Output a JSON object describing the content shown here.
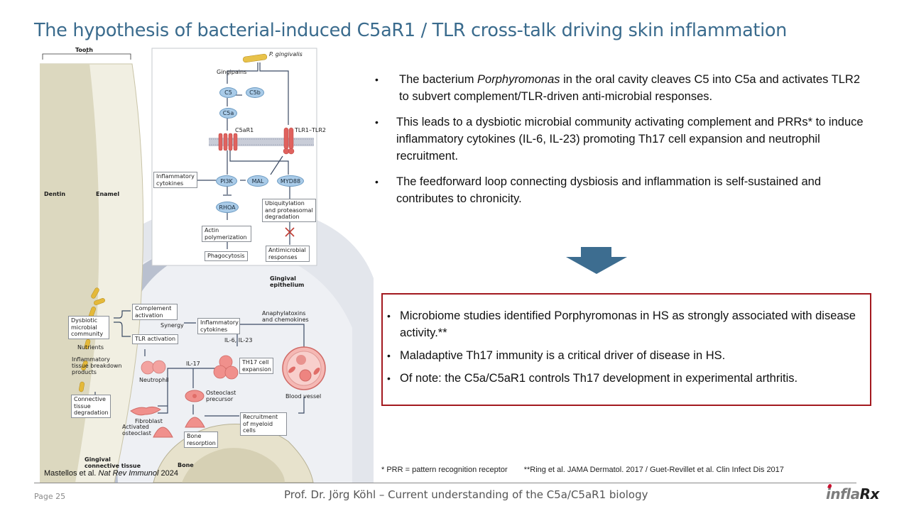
{
  "slide": {
    "title": "The hypothesis of bacterial-induced C5aR1 / TLR cross-talk driving skin inflammation",
    "page": "Page 25",
    "footer": "Prof. Dr. Jörg Köhl – Current understanding of the C5a/C5aR1 biology",
    "logo": {
      "light": "infla",
      "dark": "Rx"
    },
    "accent_color": "#3a6b8d",
    "box_color": "#a3191f"
  },
  "bullets": [
    {
      "pre": "The bacterium ",
      "italic": "Porphyromonas",
      "post": " in the oral cavity cleaves C5 into C5a and activates TLR2 to subvert complement/TLR-driven  anti-microbial responses."
    },
    {
      "text": "This leads to a dysbiotic microbial community activating complement and PRRs* to induce inflammatory cytokines (IL-6, IL-23)  promoting Th17 cell expansion and neutrophil recruitment."
    },
    {
      "text": "The feedforward  loop connecting dysbiosis and inflammation is self-sustained and contributes to chronicity."
    }
  ],
  "conclusion_box": [
    "Microbiome studies identified Porphyromonas in HS as strongly associated with disease activity.**",
    "Maladaptive Th17 immunity is a critical driver of disease in HS.",
    "Of note: the C5a/C5aR1 controls Th17 development in experimental arthritis."
  ],
  "footnotes": {
    "prr": "* PRR = pattern recognition receptor",
    "refs": "**Ring et al. JAMA Dermatol. 2017 / Guet-Revillet  et al. Clin Infect Dis 2017"
  },
  "citation": {
    "authors": "Mastellos et al. ",
    "journal": "Nat Rev Immunol",
    "year": " 2024"
  },
  "figure": {
    "tooth": "Tooth",
    "dentin": "Dentin",
    "enamel": "Enamel",
    "bacterium": "P. gingivalis",
    "gingipains": "Gingipains",
    "c5": "C5",
    "c5b": "C5b",
    "c5a": "C5a",
    "c5ar1": "C5aR1",
    "tlr": "TLR1–TLR2",
    "infl_cytokines_top": "Inflammatory cytokines",
    "pi3k": "PI3K",
    "mal": "MAL",
    "myd88": "MYD88",
    "rhoa": "RHOA",
    "ubiq": "Ubiquitylation and proteasomal degradation",
    "actin": "Actin polymerization",
    "phago": "Phagocytosis",
    "antimicrobial": "Antimicrobial responses",
    "gingival_epithelium": "Gingival epithelium",
    "dysbiotic": "Dysbiotic microbial community",
    "complement_act": "Complement activation",
    "synergy": "Synergy",
    "tlr_act": "TLR activation",
    "infl_cytokines": "Inflammatory cytokines",
    "anaphylatoxins": "Anaphylatoxins and chemokines",
    "il6": "IL-6, IL-23",
    "th17": "TH17 cell expansion",
    "nutrients": "Nutrients",
    "breakdown": "Inflammatory tissue breakdown products",
    "il17": "IL-17",
    "neutrophil": "Neutrophil",
    "osteoclast_pre": "Osteoclast precursor",
    "blood_vessel": "Blood vessel",
    "connective_deg": "Connective tissue degradation",
    "fibroblast": "Fibroblast",
    "recruitment": "Recruitment of myeloid cells",
    "activated_osteo": "Activated osteoclast",
    "bone_resorption": "Bone resorption",
    "gingival_ct": "Gingival connective tissue",
    "bone": "Bone"
  }
}
